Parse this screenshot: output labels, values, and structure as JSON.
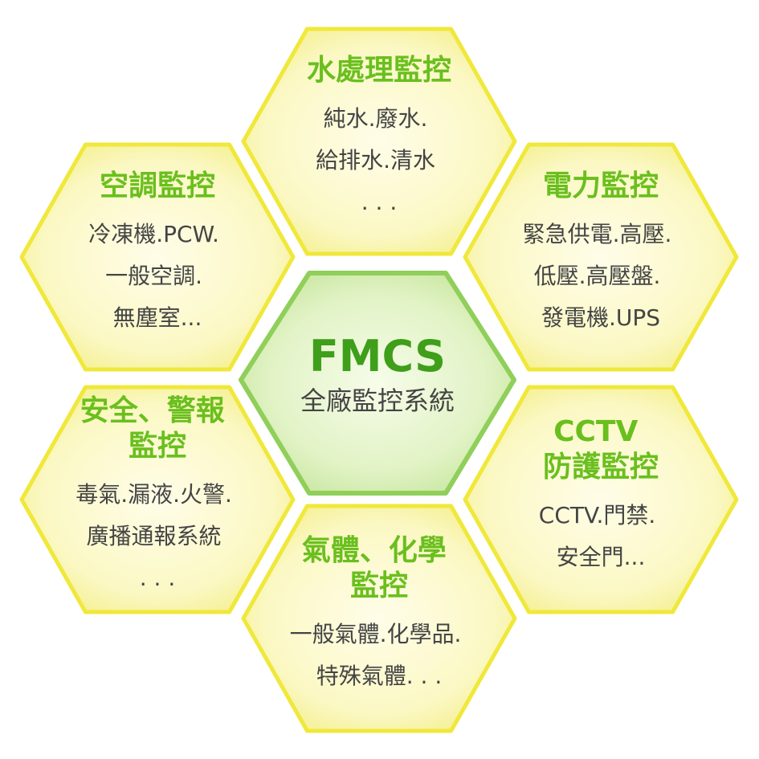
{
  "center": {
    "title": "FMCS",
    "subtitle": "全廠監控系統"
  },
  "hexagons": [
    {
      "title": [
        "水處理監控"
      ],
      "lines": [
        "純水.廢水.",
        "給排水.清水",
        ". . ."
      ]
    },
    {
      "title": [
        "空調監控"
      ],
      "lines": [
        "冷凍機.PCW.",
        "一般空調.",
        "無塵室..."
      ]
    },
    {
      "title": [
        "電力監控"
      ],
      "lines": [
        "緊急供電.高壓.",
        "低壓.高壓盤.",
        "發電機.UPS"
      ]
    },
    {
      "title": [
        "安全、警報",
        "監控"
      ],
      "lines": [
        "毒氣.漏液.火警.",
        "廣播通報系統",
        ". . ."
      ]
    },
    {
      "title": [
        "CCTV",
        "防護監控"
      ],
      "lines": [
        "CCTV.門禁.",
        "安全門..."
      ]
    },
    {
      "title": [
        "氣體、化學",
        "監控"
      ],
      "lines": [
        "一般氣體.化學品.",
        "特殊氣體. . ."
      ]
    }
  ],
  "colors": {
    "outer_fill_center": "#fffde8",
    "outer_fill_edge": "#f6f39a",
    "outer_stroke": "#f0e83a",
    "center_fill_center": "#f4fbe4",
    "center_fill_edge": "#cde9a6",
    "center_stroke": "#8fcf5a",
    "title_green": "#6abf1e",
    "center_green": "#3f9e1a",
    "body_text": "#444444"
  }
}
